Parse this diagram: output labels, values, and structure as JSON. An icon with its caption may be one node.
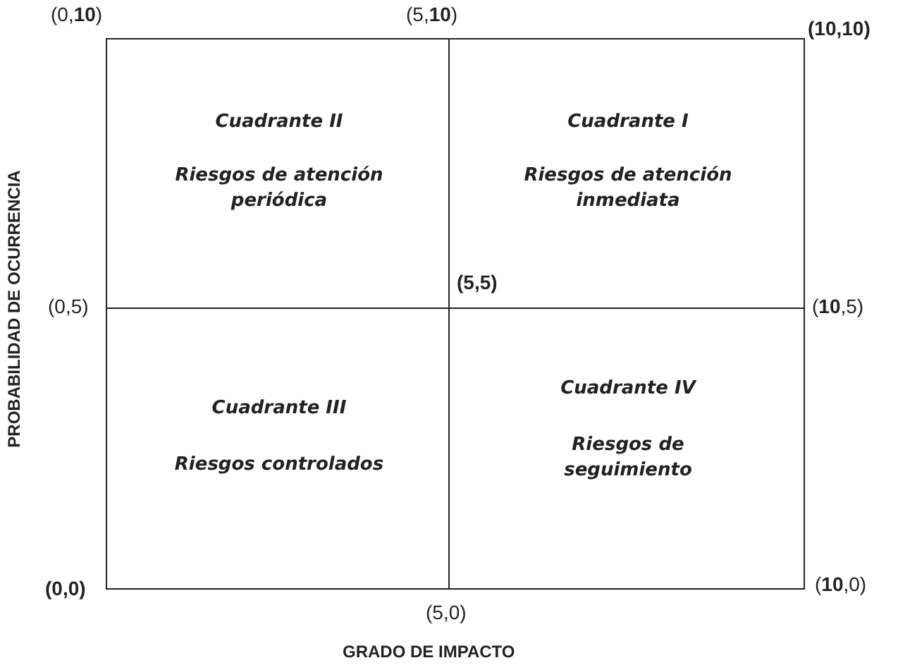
{
  "diagram": {
    "nodes": [
      {
        "text": [
          "Cuadrante II",
          "Riesgos de atención periódica"
        ]
      },
      {
        "text": [
          "Cuadrante I",
          "Riesgos de atención inmediata"
        ]
      },
      {
        "text": [
          "Cuadrante III",
          "Riesgos controlados"
        ]
      },
      {
        "text": [
          "Cuadrante IV",
          "Riesgos de seguimiento"
        ]
      }
    ],
    "edges": [],
    "labels": [
      "(0,**10**)",
      "(5,**10**)",
      "(10,10)",
      "PROBABILIDAD DE OCURRENCIA",
      "(0,5)",
      "(5,5)",
      "(**10**,5)",
      "(0,0)",
      "(**10**,0)",
      "(5,0)",
      "GRADO DE IMPACTO"
    ]
  }
}
